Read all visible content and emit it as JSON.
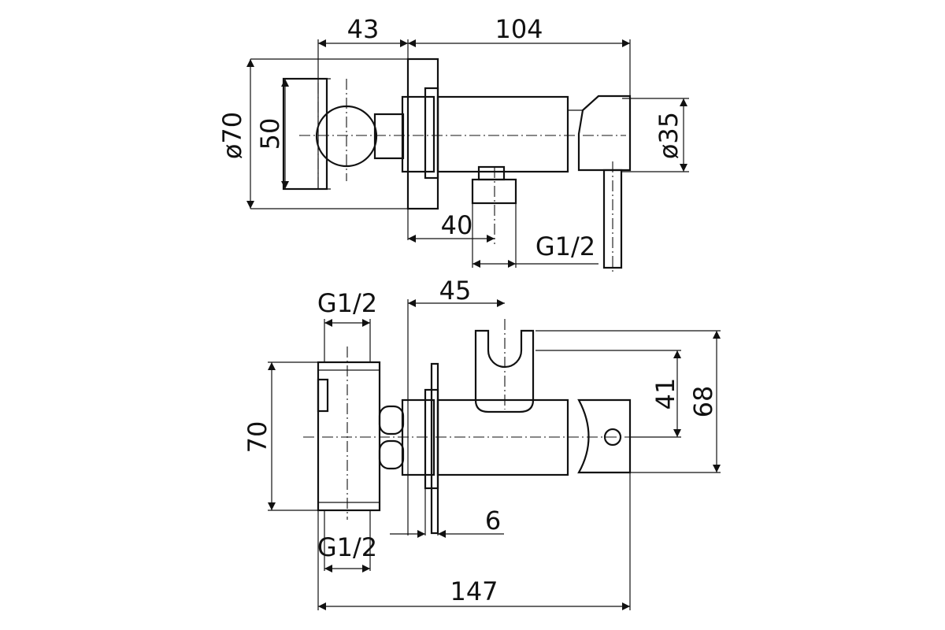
{
  "drawing": {
    "top_view": {
      "dim_width_left": "43",
      "dim_width_right": "104",
      "dim_diameter_plate": "ø70",
      "dim_handle_height": "50",
      "dim_diameter_body": "ø35",
      "dim_outlet_offset": "40",
      "dim_outlet_thread": "G1/2"
    },
    "front_view": {
      "dim_inlet_thread_top": "G1/2",
      "dim_holder_offset": "45",
      "dim_body_height": "70",
      "dim_axis_to_holder": "41",
      "dim_total_height": "68",
      "dim_plate_thickness": "6",
      "dim_inlet_thread_bottom": "G1/2",
      "dim_total_length": "147"
    }
  }
}
